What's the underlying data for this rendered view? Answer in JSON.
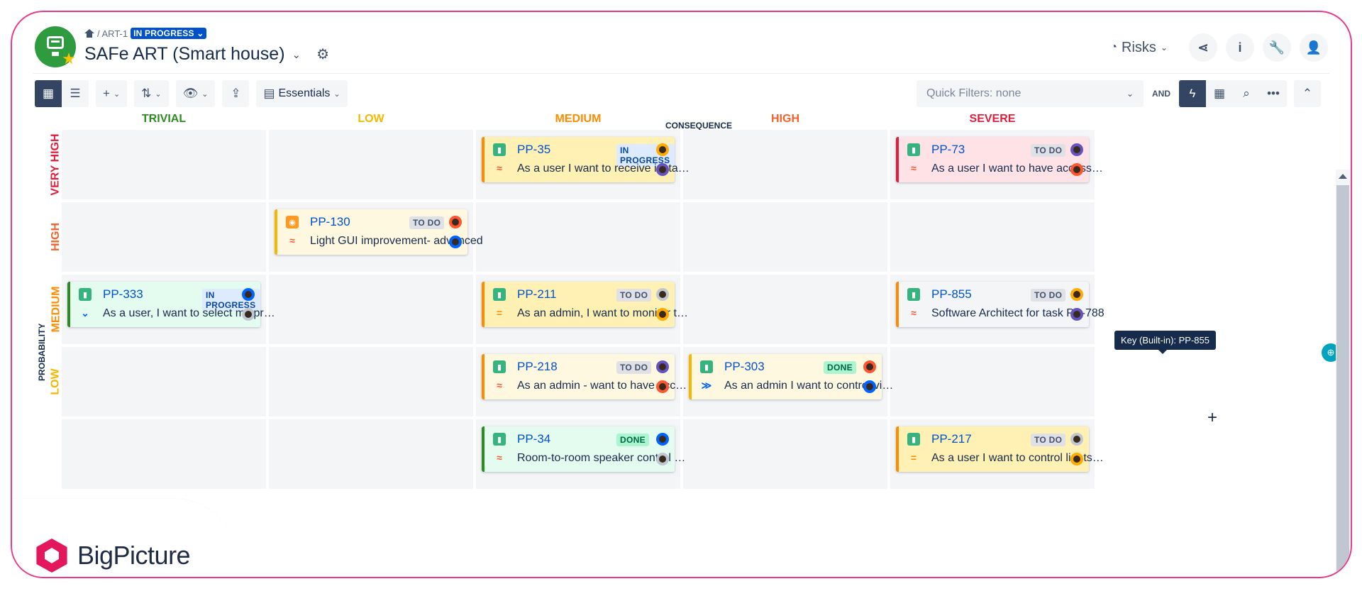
{
  "breadcrumb": {
    "path": "/ ART-1",
    "status": "IN PROGRESS"
  },
  "title": "SAFe ART (Smart house)",
  "header": {
    "view_label": "Risks"
  },
  "toolbar": {
    "essentials_label": "Essentials",
    "quick_filters_placeholder": "Quick Filters: none",
    "and_label": "AND"
  },
  "matrix": {
    "consequence_label": "CONSEQUENCE",
    "probability_label": "PROBABILITY",
    "columns": [
      {
        "label": "TRIVIAL",
        "color": "#2e8b1f"
      },
      {
        "label": "LOW",
        "color": "#f5b800"
      },
      {
        "label": "MEDIUM",
        "color": "#ff8b00"
      },
      {
        "label": "HIGH",
        "color": "#f4622a"
      },
      {
        "label": "SEVERE",
        "color": "#de1e3c"
      }
    ],
    "rows": [
      {
        "label": "VERY HIGH",
        "color": "#de1e3c"
      },
      {
        "label": "HIGH",
        "color": "#f4622a"
      },
      {
        "label": "MEDIUM",
        "color": "#ff8b00"
      },
      {
        "label": "LOW",
        "color": "#f5b800"
      }
    ]
  },
  "cards": [
    {
      "key": "PP-35",
      "status": "IN PROGRESS",
      "summary": "As a user I want to receive instant notifications",
      "type": "story",
      "priority": "high",
      "bg": "#fff0b3",
      "border": "#ff8b00"
    },
    {
      "key": "PP-73",
      "status": "TO DO",
      "summary": "As a user I want to have access to all devices",
      "type": "story",
      "priority": "high",
      "bg": "#ffe2e5",
      "border": "#de1e3c"
    },
    {
      "key": "PP-130",
      "status": "TO DO",
      "summary": "Light GUI improvement- advanced",
      "type": "improvement",
      "priority": "high",
      "bg": "#fff8e1",
      "border": "#f5b800"
    },
    {
      "key": "PP-333",
      "status": "IN PROGRESS",
      "summary": "As a user, I want to select my preferred settings",
      "type": "story",
      "priority": "low",
      "bg": "#e3fcef",
      "border": "#2e8b1f"
    },
    {
      "key": "PP-211",
      "status": "TO DO",
      "summary": "As an admin, I want to monitor the system",
      "type": "story",
      "priority": "medium",
      "bg": "#fff0b3",
      "border": "#ff8b00"
    },
    {
      "key": "PP-855",
      "status": "TO DO",
      "summary": "Software Architect for task PP-788",
      "type": "story",
      "priority": "high",
      "bg": "#f4f5f7",
      "border": "#ff8b00"
    },
    {
      "key": "PP-218",
      "status": "TO DO",
      "summary": "As an admin - want to have access to logs",
      "type": "story",
      "priority": "high",
      "bg": "#fff8e1",
      "border": "#ff8b00"
    },
    {
      "key": "PP-303",
      "status": "DONE",
      "summary": "As an admin I want to control visibility",
      "type": "story",
      "priority": "lowest",
      "bg": "#fff8e1",
      "border": "#f5b800"
    },
    {
      "key": "PP-34",
      "status": "DONE",
      "summary": "Room-to-room speaker control app",
      "type": "story",
      "priority": "high",
      "bg": "#e3fcef",
      "border": "#2e8b1f"
    },
    {
      "key": "PP-217",
      "status": "TO DO",
      "summary": "As a user I want to control lights remotely",
      "type": "story",
      "priority": "medium",
      "bg": "#fff0b3",
      "border": "#ff8b00"
    }
  ],
  "tooltip": "Key (Built-in): PP-855",
  "brand": {
    "name": "BigPicture"
  }
}
